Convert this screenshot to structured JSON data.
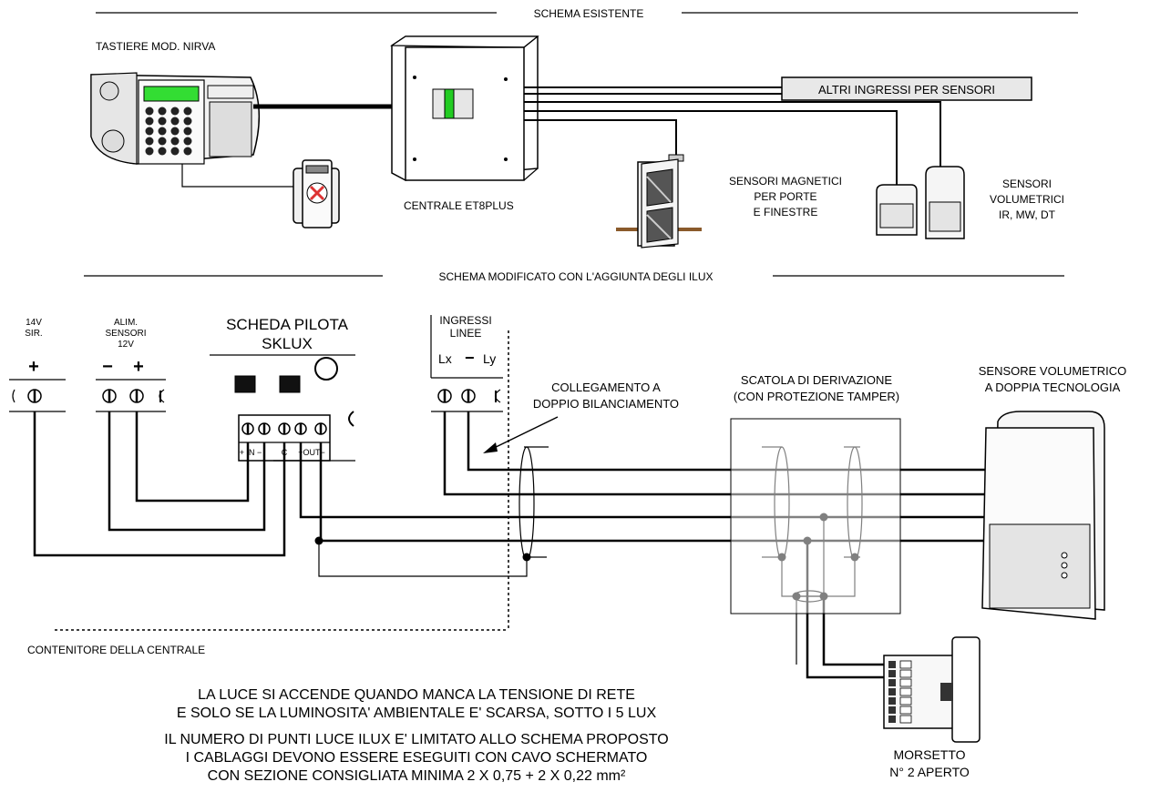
{
  "sections": {
    "existing": "SCHEMA  ESISTENTE",
    "modified": "SCHEMA MODIFICATO CON L'AGGIUNTA DEGLI ILUX"
  },
  "top": {
    "keypads": "TASTIERE MOD. NIRVA",
    "central": "CENTRALE ET8PLUS",
    "other_inputs": "ALTRI INGRESSI PER SENSORI",
    "magnetic": [
      "SENSORI MAGNETICI",
      "PER PORTE",
      "E FINESTRE"
    ],
    "volumetric": [
      "SENSORI",
      "VOLUMETRICI",
      "IR, MW, DT"
    ]
  },
  "bottom": {
    "siren": [
      "14V",
      "SIR."
    ],
    "power": [
      "ALIM.",
      "SENSORI",
      "12V"
    ],
    "board": [
      "SCHEDA PILOTA",
      "SKLUX"
    ],
    "inputs": [
      "INGRESSI",
      "LINEE"
    ],
    "lx": "Lx",
    "ly": "Ly",
    "terminal_in": "+ IN −",
    "terminal_c": "C",
    "terminal_out": "+OUT−",
    "double_balance": [
      "COLLEGAMENTO A",
      "DOPPIO BILANCIAMENTO"
    ],
    "junction_box": [
      "SCATOLA DI DERIVAZIONE",
      "(CON PROTEZIONE TAMPER)"
    ],
    "sensor": [
      "SENSORE VOLUMETRICO",
      "A DOPPIA TECNOLOGIA"
    ],
    "container": "CONTENITORE DELLA CENTRALE",
    "terminal_block": [
      "MORSETTO",
      "N° 2 APERTO"
    ]
  },
  "notes": [
    "LA LUCE SI ACCENDE QUANDO MANCA LA TENSIONE DI RETE",
    "E SOLO SE LA LUMINOSITA' AMBIENTALE E' SCARSA, SOTTO I 5 LUX",
    "IL NUMERO DI PUNTI LUCE ILUX E' LIMITATO ALLO SCHEMA PROPOSTO",
    "I CABLAGGI DEVONO ESSERE ESEGUITI CON CAVO SCHERMATO",
    "CON SEZIONE CONSIGLIATA MINIMA 2 X 0,75 + 2 X 0,22 mm²"
  ],
  "colors": {
    "display_green": "#33dd33",
    "led_green": "#22cc22",
    "panel_grey": "#e8e8e8"
  }
}
